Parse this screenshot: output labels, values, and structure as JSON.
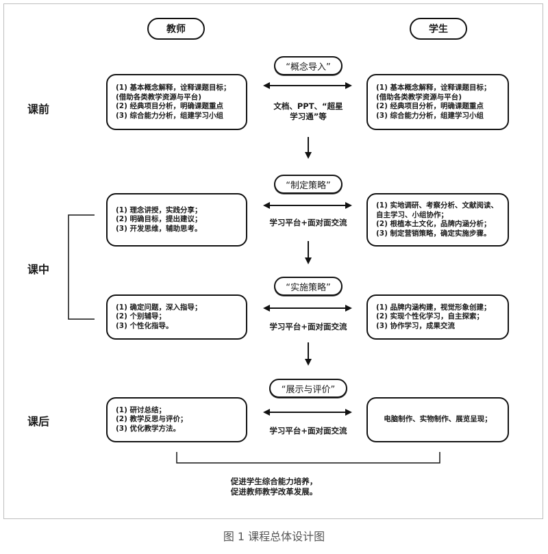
{
  "header": {
    "teacher": "教师",
    "student": "学生"
  },
  "phases": {
    "before": "课前",
    "during": "课中",
    "after": "课后"
  },
  "stages": [
    {
      "label": "“概念导入”",
      "teacher": [
        "(1) 基本概念解释，诠释课题目标；",
        "(借助各类教学资源与平台)",
        "(2) 经典项目分析，明确课题重点",
        "(3) 综合能力分析，组建学习小组"
      ],
      "channel": [
        "文档、PPT、“超星",
        "学习通”等"
      ],
      "student": [
        "(1) 基本概念解释，诠释课题目标；",
        "(借助各类教学资源与平台)",
        "(2) 经典项目分析，明确课题重点",
        "(3) 综合能力分析，组建学习小组"
      ]
    },
    {
      "label": "“制定策略”",
      "teacher": [
        "(1) 理念讲授，实践分享；",
        "(2) 明确目标，提出建议；",
        "(3) 开发思维，辅助思考。"
      ],
      "channel": [
        "学习平台+面对面交流"
      ],
      "student": [
        "(1) 实地调研、考察分析、文献阅读、",
        "自主学习、小组协作；",
        "(2) 根植本土文化，品牌内涵分析；",
        "(3) 制定营销策略，确定实施步骤。"
      ]
    },
    {
      "label": "“实施策略”",
      "teacher": [
        "(1) 确定问题，深入指导；",
        "(2) 个别辅导；",
        "(3) 个性化指导。"
      ],
      "channel": [
        "学习平台+面对面交流"
      ],
      "student": [
        "(1) 品牌内涵构建，视觉形象创建；",
        "(2) 实现个性化学习，自主探索；",
        "(3) 协作学习，成果交流"
      ]
    },
    {
      "label": "“展示与评价”",
      "teacher": [
        "(1) 研讨总结；",
        "(2) 教学反思与评价；",
        "(3) 优化教学方法。"
      ],
      "channel": [
        "学习平台+面对面交流"
      ],
      "student": [
        "电脑制作、实物制作、展览呈现；"
      ]
    }
  ],
  "footer": [
    "促进学生综合能力培养，",
    "促进教师教学改革发展。"
  ],
  "caption": "图 1 课程总体设计图"
}
